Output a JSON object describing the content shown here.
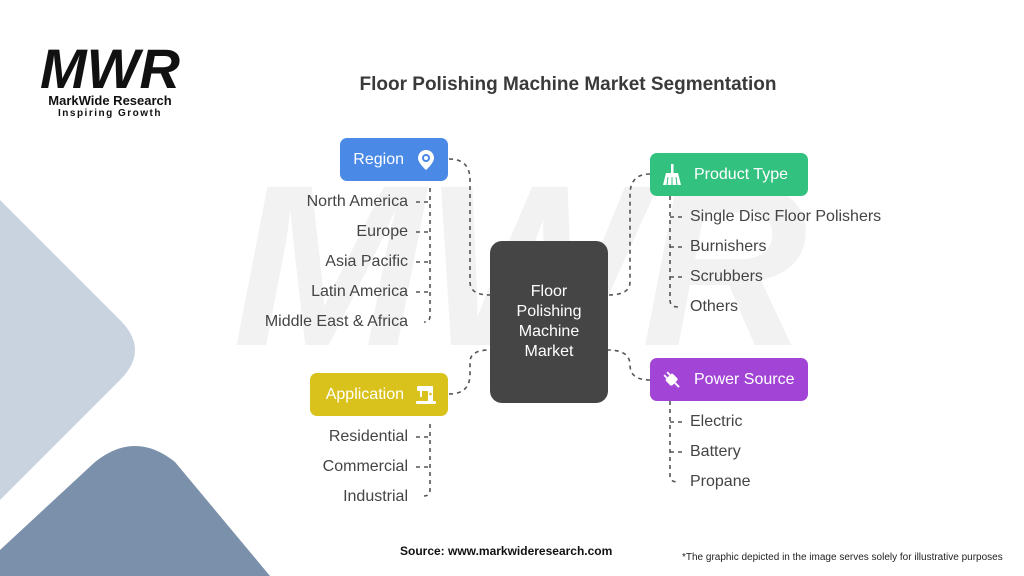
{
  "brand": {
    "logo_letters": "MWR",
    "name": "MarkWide Research",
    "tagline": "Inspiring Growth"
  },
  "title": "Floor Polishing Machine Market Segmentation",
  "center": "Floor Polishing Machine Market",
  "segments": {
    "region": {
      "label": "Region",
      "icon": "gear-pin-icon",
      "color": "#4a8ae6",
      "items": [
        "North America",
        "Europe",
        "Asia Pacific",
        "Latin America",
        "Middle East & Africa"
      ]
    },
    "application": {
      "label": "Application",
      "icon": "sewing-machine-icon",
      "color": "#d9c21c",
      "items": [
        "Residential",
        "Commercial",
        "Industrial"
      ]
    },
    "product_type": {
      "label": "Product Type",
      "icon": "broom-icon",
      "color": "#33c17f",
      "items": [
        "Single Disc Floor Polishers",
        "Burnishers",
        "Scrubbers",
        "Others"
      ]
    },
    "power_source": {
      "label": "Power Source",
      "icon": "plug-icon",
      "color": "#a245d6",
      "items": [
        "Electric",
        "Battery",
        "Propane"
      ]
    }
  },
  "footer": {
    "source": "Source: www.markwideresearch.com",
    "disclaimer": "*The graphic depicted in the image serves solely for illustrative purposes"
  }
}
